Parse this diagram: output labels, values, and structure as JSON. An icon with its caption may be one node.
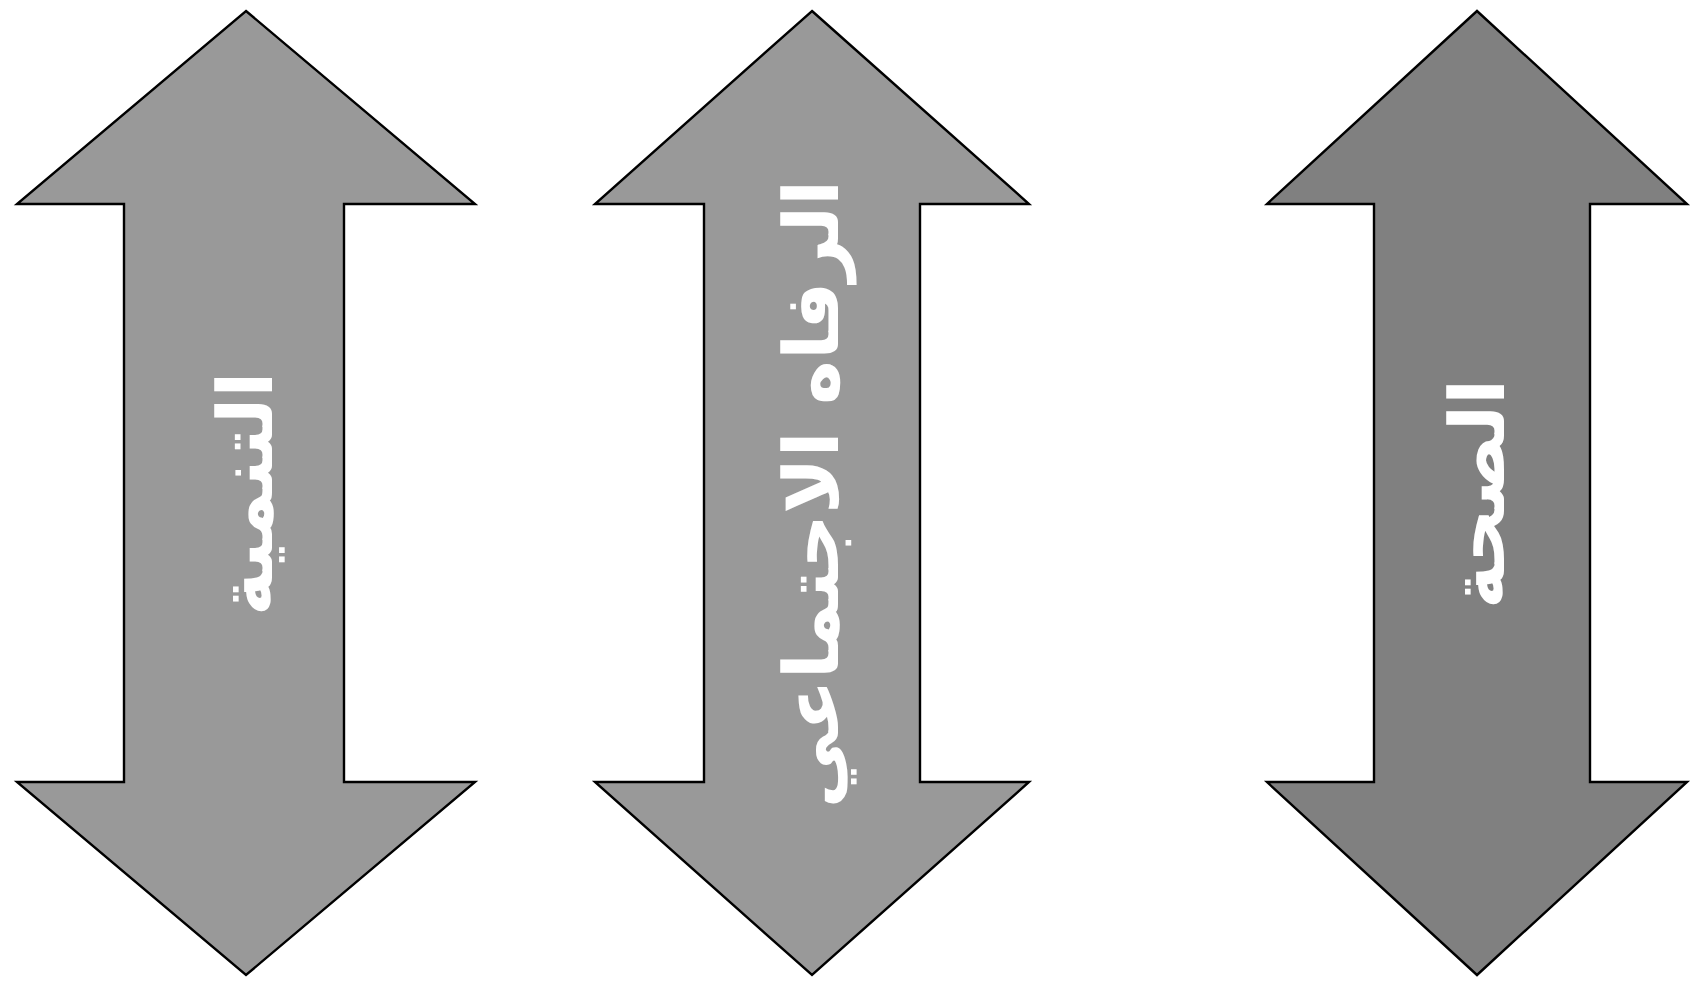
{
  "diagram": {
    "nodes": [
      {
        "text": [
          "التنمية"
        ]
      },
      {
        "text": [
          "الرفاه الاجتماعي"
        ]
      },
      {
        "text": [
          "الصحة"
        ]
      }
    ]
  }
}
